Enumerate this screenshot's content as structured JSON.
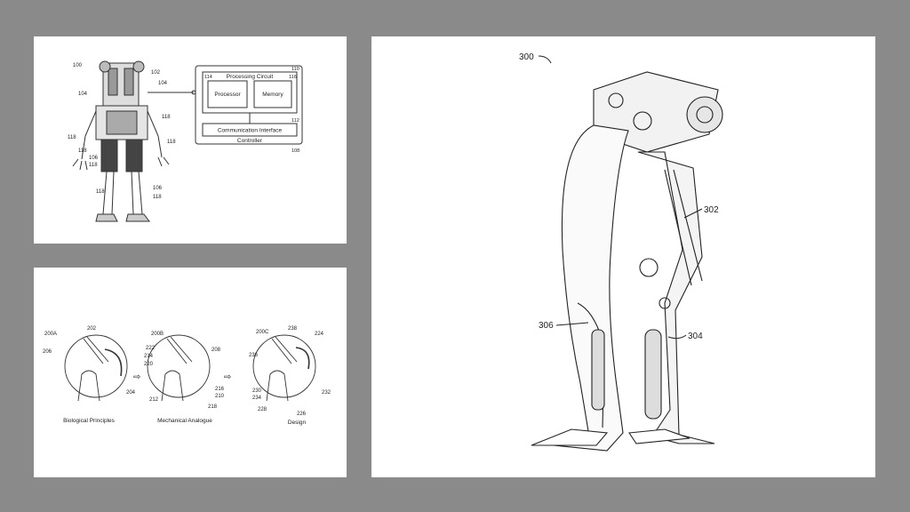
{
  "figure1": {
    "ref_robot": "100",
    "labels": [
      "102",
      "104",
      "104",
      "118",
      "118",
      "118",
      "118",
      "106",
      "118",
      "118",
      "106",
      "118"
    ],
    "box_processing": "Processing Circuit",
    "ref_processing": "110",
    "ref_processor": "114",
    "processor": "Processor",
    "ref_memory": "116",
    "memory": "Memory",
    "ref_comm": "112",
    "comm": "Communication Interface",
    "controller": "Controller",
    "ref_controller": "108"
  },
  "figure2": {
    "ref_a": "200A",
    "ref_b": "200B",
    "ref_c": "200C",
    "caption_a": "Biological Principles",
    "caption_b": "Mechanical Analogue",
    "caption_c": "Design",
    "labels_a": [
      "202",
      "206",
      "204"
    ],
    "labels_b": [
      "222",
      "214",
      "220",
      "208",
      "216",
      "210",
      "212",
      "218"
    ],
    "labels_c": [
      "238",
      "224",
      "236",
      "230",
      "234",
      "228",
      "226",
      "232"
    ],
    "arrow": "⇨"
  },
  "figure3": {
    "ref_main": "300",
    "ref_302": "302",
    "ref_306": "306",
    "ref_304": "304"
  }
}
